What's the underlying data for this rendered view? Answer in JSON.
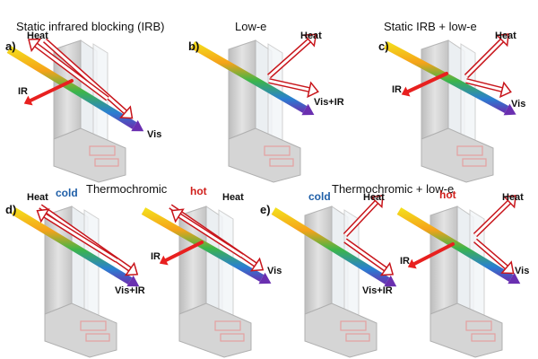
{
  "panels": {
    "a": {
      "letter": "a)",
      "title": "Static infrared blocking (IRB)",
      "heat": "Heat",
      "ir": "IR",
      "vis": "Vis"
    },
    "b": {
      "letter": "b)",
      "title": "Low-e",
      "heat": "Heat",
      "vis": "Vis+IR"
    },
    "c": {
      "letter": "c)",
      "title": "Static IRB + low-e",
      "heat": "Heat",
      "ir": "IR",
      "vis": "Vis"
    },
    "d": {
      "letter": "d)",
      "title": "Thermochromic",
      "cold": {
        "state": "cold",
        "heat": "Heat",
        "vis": "Vis+IR"
      },
      "hot": {
        "state": "hot",
        "heat": "Heat",
        "ir": "IR",
        "vis": "Vis"
      }
    },
    "e": {
      "letter": "e)",
      "title": "Thermochromic + low-e",
      "cold": {
        "state": "cold",
        "heat": "Heat",
        "vis": "Vis+IR"
      },
      "hot": {
        "state": "hot",
        "heat": "Heat",
        "ir": "IR",
        "vis": "Vis"
      }
    }
  },
  "colors": {
    "ir_arrow": "#e8201f",
    "heat_arrow": "#c8151b",
    "cold_text": "#1f5fa8",
    "hot_text": "#d0201c",
    "frame": "#cfcfcf"
  }
}
